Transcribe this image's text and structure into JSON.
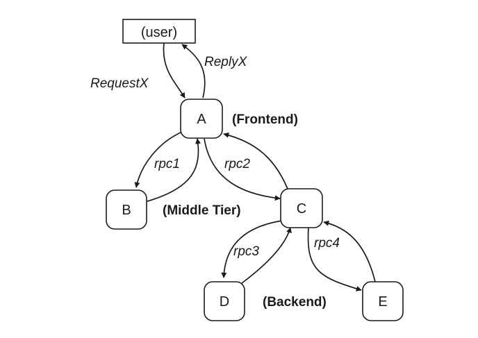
{
  "nodes": {
    "user": "(user)",
    "a": "A",
    "b": "B",
    "c": "C",
    "d": "D",
    "e": "E"
  },
  "edges": {
    "request": "RequestX",
    "reply": "ReplyX",
    "rpc1": "rpc1",
    "rpc2": "rpc2",
    "rpc3": "rpc3",
    "rpc4": "rpc4"
  },
  "tiers": {
    "frontend": "(Frontend)",
    "middle": "(Middle Tier)",
    "backend": "(Backend)"
  },
  "colors": {
    "stroke": "#1a1a1a",
    "background": "#ffffff"
  }
}
